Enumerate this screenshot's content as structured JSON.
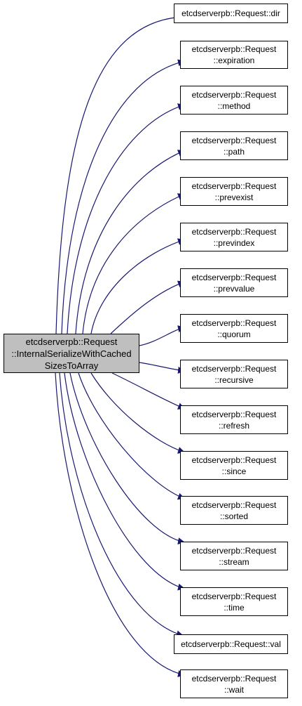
{
  "source": {
    "lines": [
      "etcdserverpb::Request",
      "::InternalSerializeWithCached",
      "SizesToArray"
    ]
  },
  "targets": [
    {
      "lines": [
        "etcdserverpb::Request::dir"
      ]
    },
    {
      "lines": [
        "etcdserverpb::Request",
        "::expiration"
      ]
    },
    {
      "lines": [
        "etcdserverpb::Request",
        "::method"
      ]
    },
    {
      "lines": [
        "etcdserverpb::Request",
        "::path"
      ]
    },
    {
      "lines": [
        "etcdserverpb::Request",
        "::prevexist"
      ]
    },
    {
      "lines": [
        "etcdserverpb::Request",
        "::previndex"
      ]
    },
    {
      "lines": [
        "etcdserverpb::Request",
        "::prevvalue"
      ]
    },
    {
      "lines": [
        "etcdserverpb::Request",
        "::quorum"
      ]
    },
    {
      "lines": [
        "etcdserverpb::Request",
        "::recursive"
      ]
    },
    {
      "lines": [
        "etcdserverpb::Request",
        "::refresh"
      ]
    },
    {
      "lines": [
        "etcdserverpb::Request",
        "::since"
      ]
    },
    {
      "lines": [
        "etcdserverpb::Request",
        "::sorted"
      ]
    },
    {
      "lines": [
        "etcdserverpb::Request",
        "::stream"
      ]
    },
    {
      "lines": [
        "etcdserverpb::Request",
        "::time"
      ]
    },
    {
      "lines": [
        "etcdserverpb::Request::val"
      ]
    },
    {
      "lines": [
        "etcdserverpb::Request",
        "::wait"
      ]
    }
  ],
  "colors": {
    "edge": "#191970",
    "source_fill": "#bfbfbf",
    "node_fill": "#ffffff",
    "border": "#000000"
  }
}
